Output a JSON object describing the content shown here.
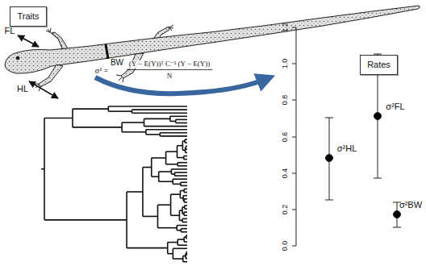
{
  "diagram": {
    "nodes": [
      {
        "text": [
          "Traits"
        ]
      },
      {
        "text": [
          "Rates"
        ]
      }
    ],
    "labels": [
      "FL",
      "HL",
      "BW",
      "σ² =",
      "(Y − E(Y))ᵀ C⁻¹ (Y − E(Y))",
      "N",
      "1.2",
      "1.0",
      "0.8",
      "0.6",
      "0.4",
      "0.2",
      "0.0",
      "σ²HL",
      "σ²FL",
      "σ²BW"
    ]
  }
}
